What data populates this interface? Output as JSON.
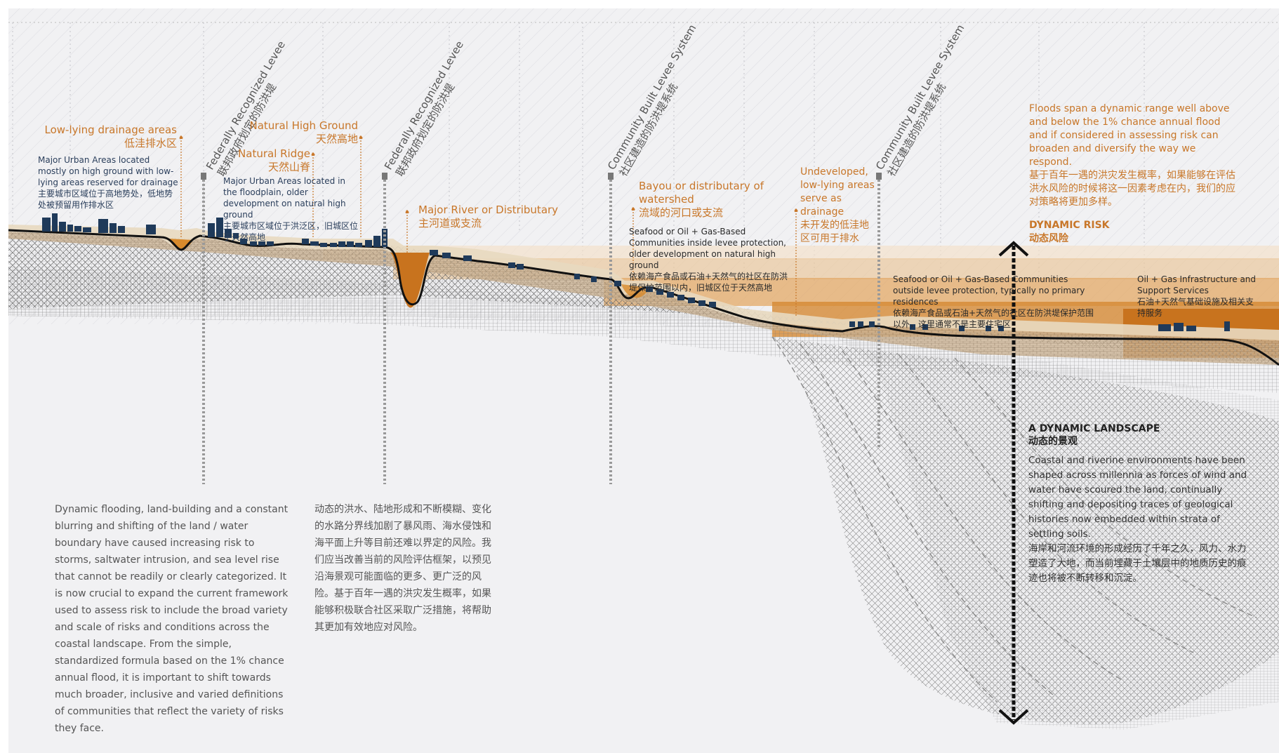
{
  "levees": {
    "federal_1": {
      "en": "Federally Recognized Levee",
      "zh": "联邦政府划定的防洪堤"
    },
    "federal_2": {
      "en": "Federally Recognized Levee",
      "zh": "联邦政府划定的防洪堤"
    },
    "community_1": {
      "en": "Community Built Levee System",
      "zh": "社区建造的防洪堤系统"
    },
    "community_2": {
      "en": "Community Built Levee System",
      "zh": "社区建造的防洪堤系统"
    }
  },
  "labels": {
    "low_drainage": {
      "en": "Low-lying drainage areas",
      "zh": "低洼排水区"
    },
    "urban_high_ground": {
      "en": "Major Urban Areas located mostly on high ground with low-lying areas reserved for drainage",
      "zh": "主要城市区域位于高地势处，低地势处被预留用作排水区"
    },
    "natural_high_ground": {
      "en": "Natural High Ground",
      "zh": "天然高地"
    },
    "natural_ridge": {
      "en": "Natural Ridge",
      "zh": "天然山脊"
    },
    "urban_floodplain": {
      "en": "Major Urban Areas located in the floodplain, older development on natural high ground",
      "zh": "主要城市区域位于洪泛区，旧城区位于天然高地"
    },
    "major_river": {
      "en": "Major River or Distributary",
      "zh": "主河道或支流"
    },
    "bayou": {
      "en": "Bayou or distributary of watershed",
      "zh": "流域的河口或支流"
    },
    "seafood_inside": {
      "en": "Seafood or Oil + Gas-Based Communities inside levee protection, older development on natural high ground",
      "zh": "依赖海产食品或石油+天然气的社区在防洪堤保护范围以内，旧城区位于天然高地"
    },
    "undeveloped": {
      "en": "Undeveloped, low-lying areas serve as drainage",
      "zh": "未开发的低洼地区可用于排水"
    },
    "seafood_outside": {
      "en": "Seafood or Oil + Gas-Based Communities outside levee protection, typically no primary residences",
      "zh": "依赖海产食品或石油+天然气的社区在防洪堤保护范围以外，这里通常不是主要住宅区"
    },
    "oil_gas": {
      "en": "Oil + Gas Infrastructure and Support Services",
      "zh": "石油+天然气基础设施及相关支持服务"
    }
  },
  "floods": {
    "en": "Floods span a dynamic range well above and below the 1% chance annual flood and if considered in assessing risk can broaden and diversify the way we respond.",
    "zh": "基于百年一遇的洪灾发生概率，如果能够在评估洪水风险的时候将这一因素考虑在内，我们的应对策略将更加多样。"
  },
  "dynamic_risk": {
    "en": "DYNAMIC RISK",
    "zh": "动态风险"
  },
  "dynamic_landscape": {
    "title_en": "A DYNAMIC LANDSCAPE",
    "title_zh": "动态的景观",
    "en": "Coastal and riverine environments have been shaped across millennia as forces of wind and water have scoured the land, continually shifting and depositing traces of geological histories now embedded within strata of settling soils.",
    "zh": "海岸和河流环境的形成经历了千年之久，风力、水力塑造了大地，而当前埋藏于土壤层中的地质历史的痕迹也将被不断转移和沉淀。"
  },
  "body_en": "Dynamic flooding, land-building and a constant blurring and shifting of the land / water boundary have caused increasing risk to storms, saltwater intrusion, and sea level rise that cannot be readily or clearly categorized. It is now crucial to expand the current framework used to assess risk to include the broad variety and scale of risks and conditions across the coastal landscape. From the simple, standardized formula based on the 1% chance annual flood, it is important to shift towards much broader, inclusive and varied definitions of communities that reflect the variety of risks they face.",
  "body_zh": "动态的洪水、陆地形成和不断模糊、变化的水路分界线加剧了暴风雨、海水侵蚀和海平面上升等目前还难以界定的风险。我们应当改善当前的风险评估框架，以预见沿海景观可能面临的更多、更广泛的风险。基于百年一遇的洪灾发生概率，如果能够积极联合社区采取广泛措施，将帮助其更加有效地应对风险。",
  "colors": {
    "orange": "#c8772a",
    "navy": "#1f3a5a",
    "ground": "#d9c8aa",
    "water": "#d88a2c",
    "hatch": "#7a7a7a"
  }
}
